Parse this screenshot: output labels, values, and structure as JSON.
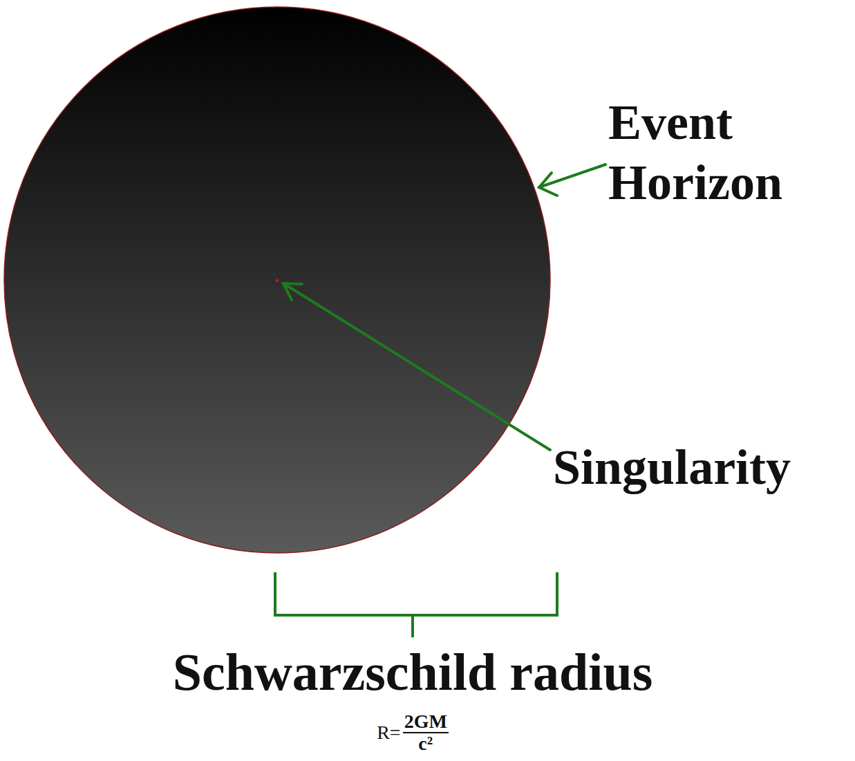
{
  "diagram": {
    "labels": [
      "Event Horizon",
      "Singularity",
      "Schwarzschild radius",
      "R=",
      "2GM",
      "c²"
    ]
  }
}
